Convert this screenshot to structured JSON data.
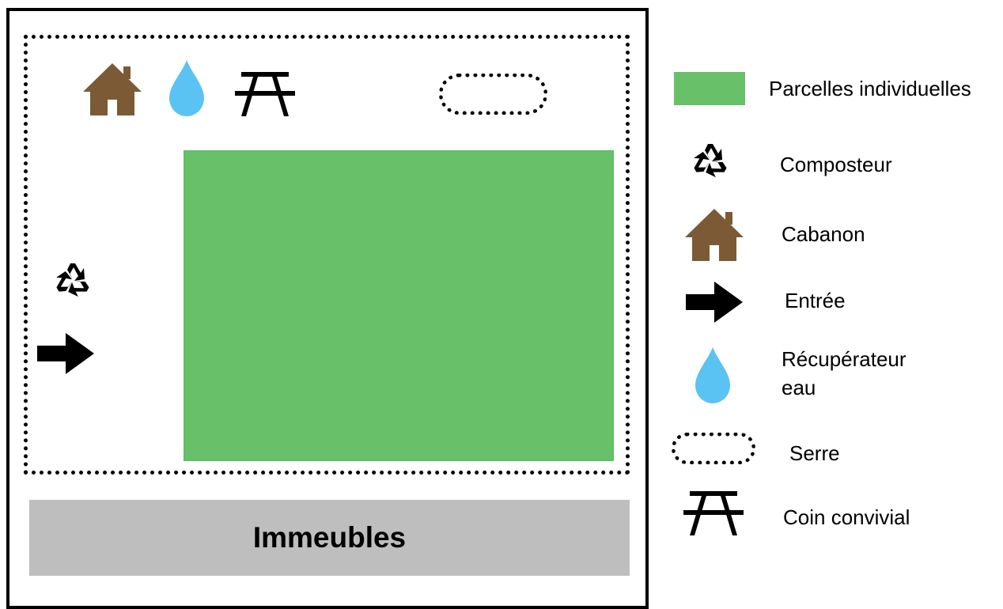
{
  "colors": {
    "plots_green": "#68c068",
    "shed_brown": "#7b5a35",
    "water_blue": "#5ac3f3",
    "building_gray": "#bebebe"
  },
  "map": {
    "building_label": "Immeubles",
    "icons": [
      "cabanon-icon",
      "water-drop-icon",
      "picnic-table-icon",
      "greenhouse-icon",
      "recycle-icon",
      "entrance-arrow-icon"
    ]
  },
  "legend": {
    "items": [
      {
        "icon": "green-swatch",
        "label": "Parcelles individuelles"
      },
      {
        "icon": "recycle-icon",
        "label": "Composteur"
      },
      {
        "icon": "shed-icon",
        "label": "Cabanon"
      },
      {
        "icon": "arrow-right-icon",
        "label": "Entrée"
      },
      {
        "icon": "water-drop-icon",
        "label_line1": "Récupérateur",
        "label_line2": "eau"
      },
      {
        "icon": "greenhouse-icon",
        "label": "Serre"
      },
      {
        "icon": "picnic-table-icon",
        "label": "Coin convivial"
      }
    ]
  }
}
